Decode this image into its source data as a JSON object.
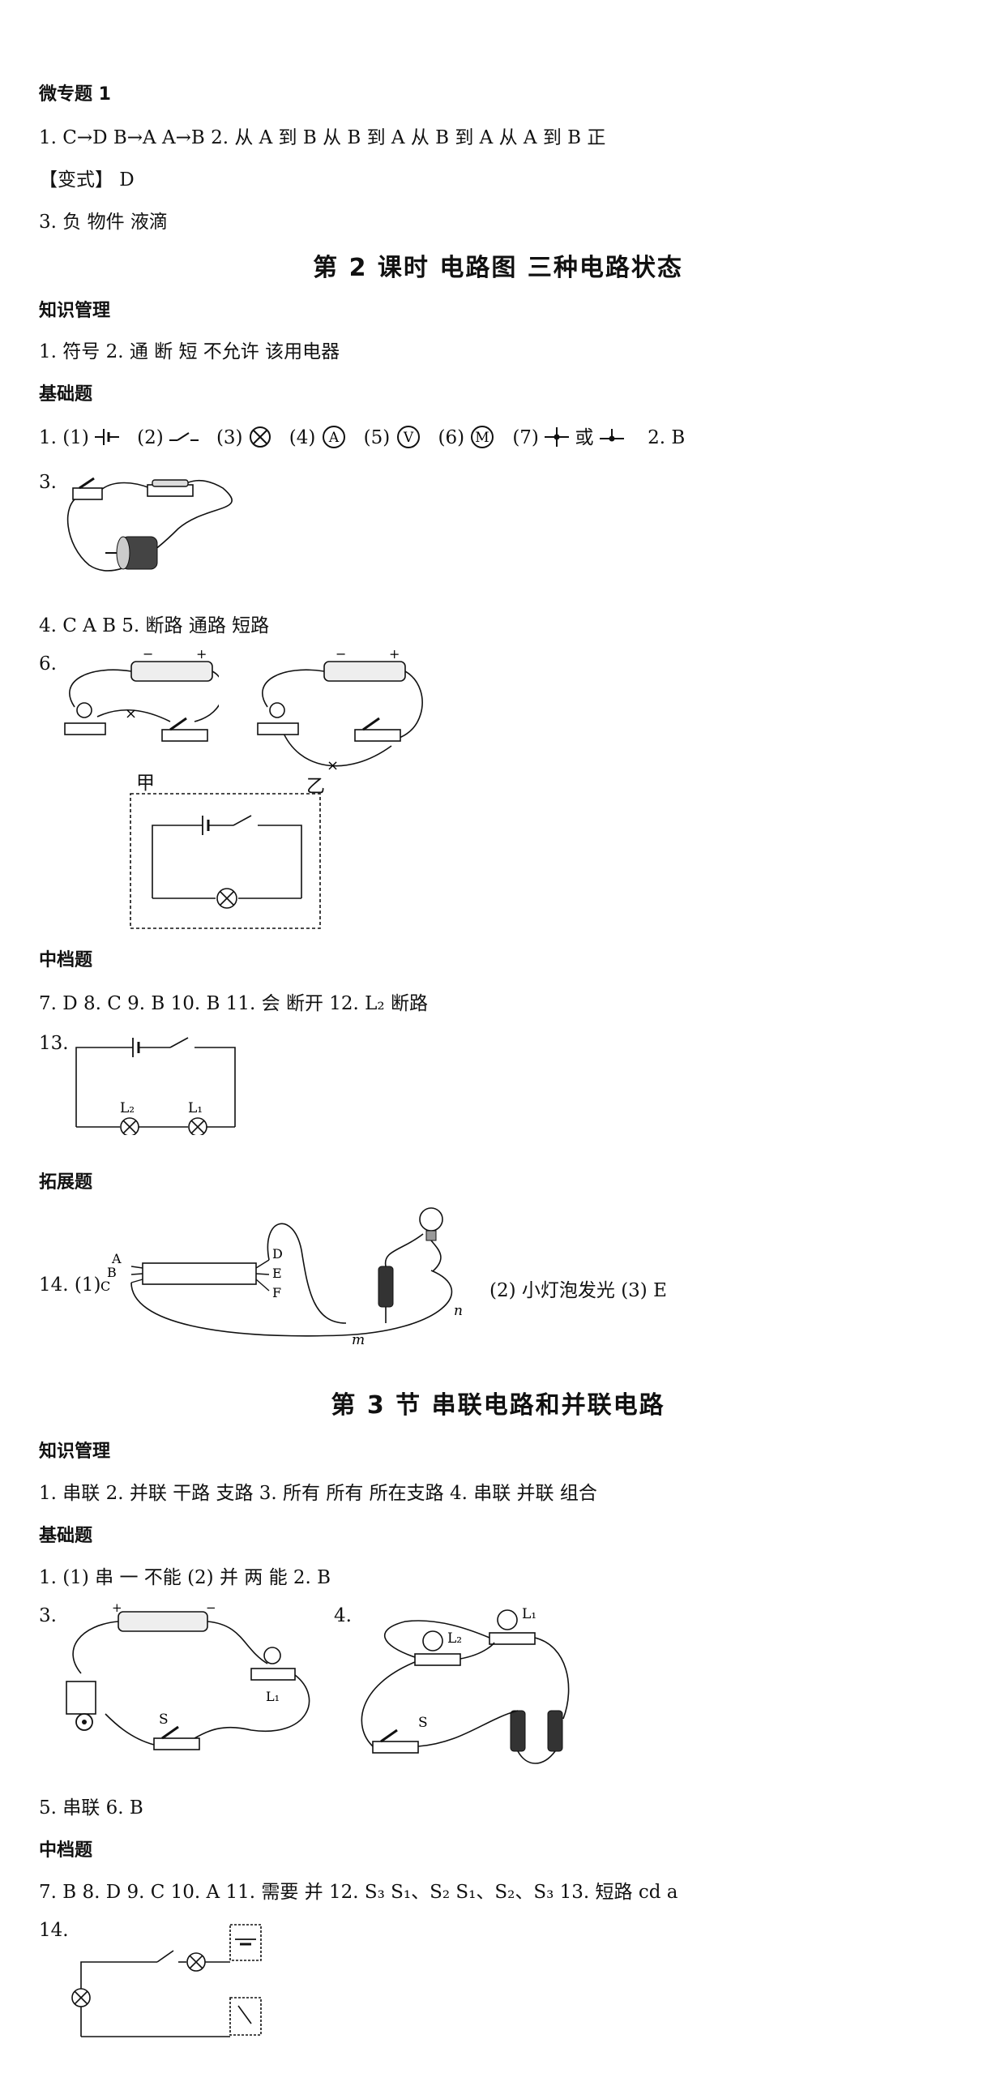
{
  "micro": {
    "heading": "微专题 1",
    "l1": "1. C→D   B→A   A→B   2. 从 A 到 B   从 B 到 A   从 B 到 A   从 A 到 B   正",
    "l2": "【变式】 D",
    "l3": "3. 负   物件   液滴"
  },
  "lesson2": {
    "title": "第 2 课时   电路图   三种电路状态",
    "knowledge": "知识管理",
    "k1": "1. 符号   2. 通   断   短   不允许   该用电器",
    "basic": "基础题",
    "b1_n1": "1. (1)",
    "b1_n2": "(2)",
    "b1_n3": "(3)",
    "b1_n4": "(4)",
    "b1_n5": "(5)",
    "b1_n6": "(6)",
    "b1_n7": "(7)",
    "b1_or": "或",
    "b1_end": "2. B",
    "sym_A": "A",
    "sym_V": "V",
    "sym_M": "M",
    "q3": "3.",
    "q4": "4. C   A   B   5. 断路   通路   短路",
    "q6": "6.",
    "jia": "甲",
    "yi": "乙",
    "mid": "中档题",
    "m1": "7. D   8. C   9. B   10. B   11. 会   断开   12. L₂   断路",
    "q13": "13.",
    "L1": "L₁",
    "L2": "L₂",
    "ext": "拓展题",
    "q14": "14. (1)",
    "q14b": "(2) 小灯泡发光   (3) E",
    "lblA": "A",
    "lblB": "B",
    "lblC": "C",
    "lblD": "D",
    "lblE": "E",
    "lblF": "F",
    "lblm": "m",
    "lbln": "n"
  },
  "sec3": {
    "title": "第 3 节   串联电路和并联电路",
    "knowledge": "知识管理",
    "k1": "1. 串联   2. 并联   干路   支路   3. 所有   所有   所在支路   4. 串联   并联   组合",
    "basic": "基础题",
    "b1": "1. (1) 串   一   不能   (2) 并   两   能   2. B",
    "q3": "3.",
    "q4": "4.",
    "S": "S",
    "L1": "L₁",
    "L2": "L₂",
    "q5": "5. 串联   6. B",
    "mid": "中档题",
    "m1": "7. B   8. D   9. C   10. A   11. 需要   并   12. S₃   S₁、S₂   S₁、S₂、S₃   13. 短路   cd   a",
    "q14": "14."
  }
}
